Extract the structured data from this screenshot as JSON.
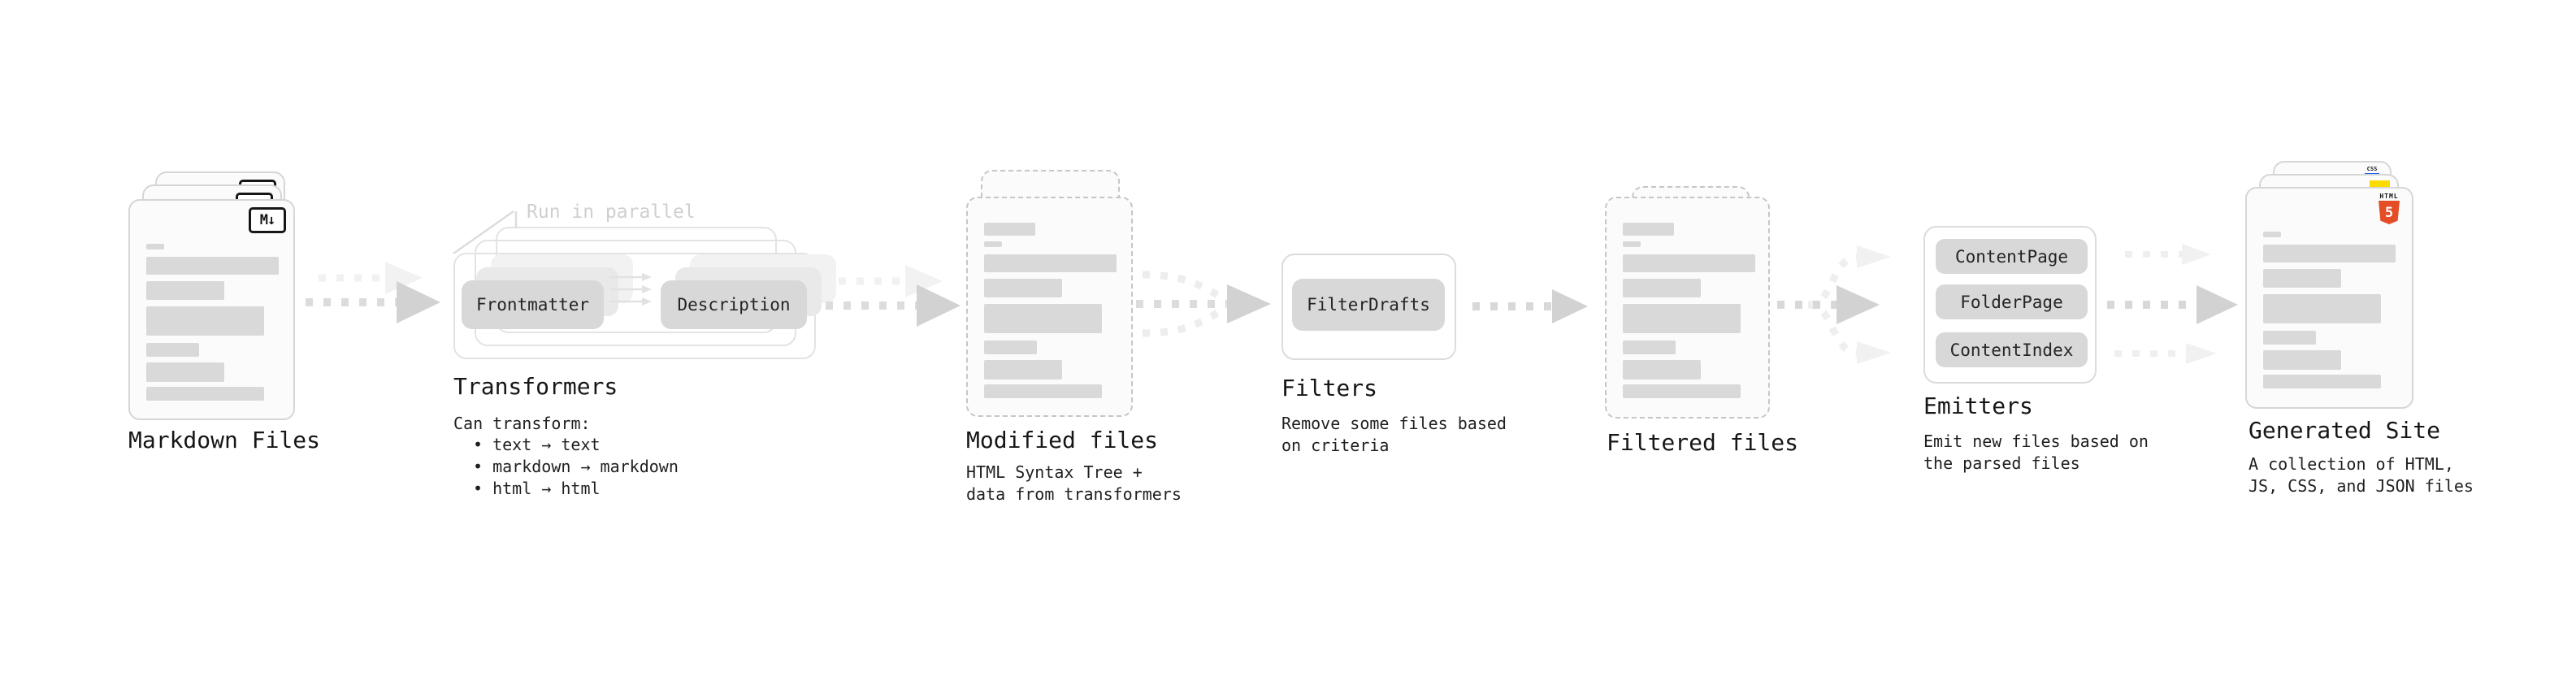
{
  "markdown": {
    "label": "Markdown Files",
    "badge": "M↓"
  },
  "transformers": {
    "annotation": "Run in parallel",
    "pill_left": "Frontmatter",
    "pill_right": "Description",
    "heading": "Transformers",
    "subheading": "Can transform:",
    "bullets": [
      "text → text",
      "markdown → markdown",
      "html → html"
    ]
  },
  "modified": {
    "heading": "Modified files",
    "desc": [
      "HTML Syntax Tree +",
      "data from transformers"
    ]
  },
  "filters": {
    "pill": "FilterDrafts",
    "heading": "Filters",
    "desc": [
      "Remove some files based",
      "on criteria"
    ]
  },
  "filtered": {
    "heading": "Filtered files"
  },
  "emitters": {
    "pills": [
      "ContentPage",
      "FolderPage",
      "ContentIndex"
    ],
    "heading": "Emitters",
    "desc": [
      "Emit new files based on",
      "the parsed files"
    ]
  },
  "generated": {
    "heading": "Generated Site",
    "desc": [
      "A collection of HTML,",
      "JS, CSS, and JSON files"
    ],
    "badge_html_label": "HTML",
    "badge_html_number": "5",
    "badge_css_label": "CSS"
  },
  "colors": {
    "html_orange": "#e44d26",
    "css_blue": "#2563eb",
    "js_yellow": "#fcdc00"
  }
}
